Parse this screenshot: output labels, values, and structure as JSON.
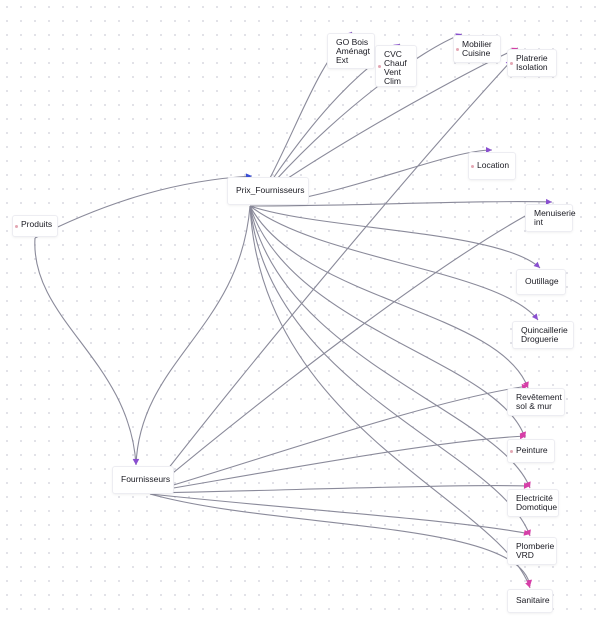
{
  "nodes": {
    "produits": {
      "label": "Produits"
    },
    "prix_fournisseurs": {
      "label": "Prix_Fournisseurs"
    },
    "fournisseurs": {
      "label": "Fournisseurs"
    },
    "go_bois": {
      "label": "GO Bois\nAménagt\nExt"
    },
    "cvc": {
      "label": "CVC\nChauf\nVent\nClim"
    },
    "mobilier": {
      "label": "Mobilier\nCuisine"
    },
    "platrerie": {
      "label": "Platrerie\nIsolation"
    },
    "location": {
      "label": "Location"
    },
    "menuiserie": {
      "label": "Menuiserie\nint"
    },
    "outillage": {
      "label": "Outillage"
    },
    "quincaillerie": {
      "label": "Quincaillerie\nDroguerie"
    },
    "revetement": {
      "label": "Revêtement\nsol & mur"
    },
    "peinture": {
      "label": "Peinture"
    },
    "electricite": {
      "label": "Electricité\nDomotique"
    },
    "plomberie": {
      "label": "Plomberie\nVRD"
    },
    "sanitaire": {
      "label": "Sanitaire"
    }
  },
  "colors": {
    "edge": "#8a8a9a",
    "arrow_blue": "#3a4fd6",
    "arrow_purple": "#8a4fd0",
    "arrow_pink": "#d63fa8",
    "dot": "#e3a7b3"
  }
}
